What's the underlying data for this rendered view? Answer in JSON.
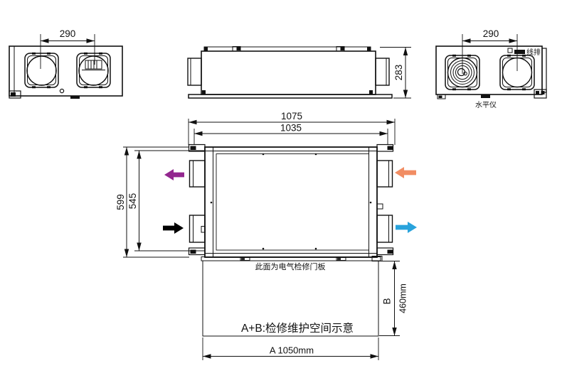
{
  "drawing": {
    "end_view_left": {
      "dim_port_spacing": "290"
    },
    "side_view": {
      "dim_height": "283"
    },
    "end_view_right": {
      "dim_port_spacing": "290",
      "label_terminal_strip": "线排",
      "label_level_gauge": "水平仪"
    },
    "plan_view": {
      "dim_overall_width": "1075",
      "dim_body_width": "1035",
      "dim_overall_depth": "599",
      "dim_body_depth": "545",
      "label_access_panel": "此面为电气检修门板"
    },
    "service_space": {
      "label_note": "A+B:检修维护空间示意",
      "dim_b_label": "B",
      "dim_b_value": "460mm",
      "dim_a_label": "A 1050mm"
    },
    "arrow_colors": {
      "purple": "#93278F",
      "black": "#000000",
      "orange": "#F18D63",
      "cyan": "#29A3DC"
    },
    "line_color": "#111111"
  }
}
